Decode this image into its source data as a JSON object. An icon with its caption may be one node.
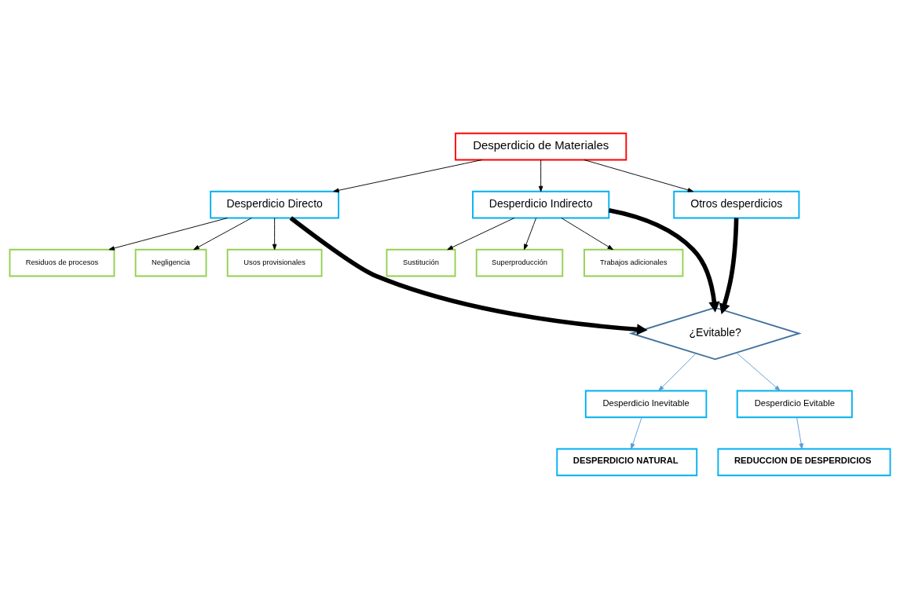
{
  "diagram": {
    "nodes": [
      {
        "text": [
          "Desperdicio de Materiales"
        ]
      },
      {
        "text": [
          "Desperdicio Directo"
        ]
      },
      {
        "text": [
          "Desperdicio Indirecto"
        ]
      },
      {
        "text": [
          "Otros desperdicios"
        ]
      },
      {
        "text": [
          "Residuos de procesos"
        ]
      },
      {
        "text": [
          "Negligencia"
        ]
      },
      {
        "text": [
          "Usos provisionales"
        ]
      },
      {
        "text": [
          "Sustitución"
        ]
      },
      {
        "text": [
          "Superproducción"
        ]
      },
      {
        "text": [
          "Trabajos adicionales"
        ]
      },
      {
        "text": [
          "¿Evitable?"
        ]
      },
      {
        "text": [
          "Desperdicio Inevitable"
        ]
      },
      {
        "text": [
          "Desperdicio Evitable"
        ]
      },
      {
        "text": [
          "DESPERDICIO NATURAL"
        ]
      },
      {
        "text": [
          "REDUCCION DE DESPERDICIOS"
        ]
      }
    ],
    "edges": [
      {
        "from": 0,
        "to": 1,
        "arrow": "to"
      },
      {
        "from": 0,
        "to": 2,
        "arrow": "to"
      },
      {
        "from": 0,
        "to": 3,
        "arrow": "to"
      },
      {
        "from": 1,
        "to": 4,
        "arrow": "to"
      },
      {
        "from": 1,
        "to": 5,
        "arrow": "to"
      },
      {
        "from": 1,
        "to": 6,
        "arrow": "to"
      },
      {
        "from": 2,
        "to": 7,
        "arrow": "to"
      },
      {
        "from": 2,
        "to": 8,
        "arrow": "to"
      },
      {
        "from": 2,
        "to": 9,
        "arrow": "to"
      },
      {
        "from": 1,
        "to": 10,
        "arrow": "to",
        "style": "thick"
      },
      {
        "from": 2,
        "to": 10,
        "arrow": "to",
        "style": "thick"
      },
      {
        "from": 3,
        "to": 10,
        "arrow": "to",
        "style": "thick"
      },
      {
        "from": 10,
        "to": 11,
        "arrow": "to",
        "color": "#5b9bd5"
      },
      {
        "from": 10,
        "to": 12,
        "arrow": "to",
        "color": "#5b9bd5"
      },
      {
        "from": 11,
        "to": 13,
        "arrow": "to",
        "color": "#5b9bd5"
      },
      {
        "from": 12,
        "to": 14,
        "arrow": "to",
        "color": "#5b9bd5"
      }
    ]
  }
}
